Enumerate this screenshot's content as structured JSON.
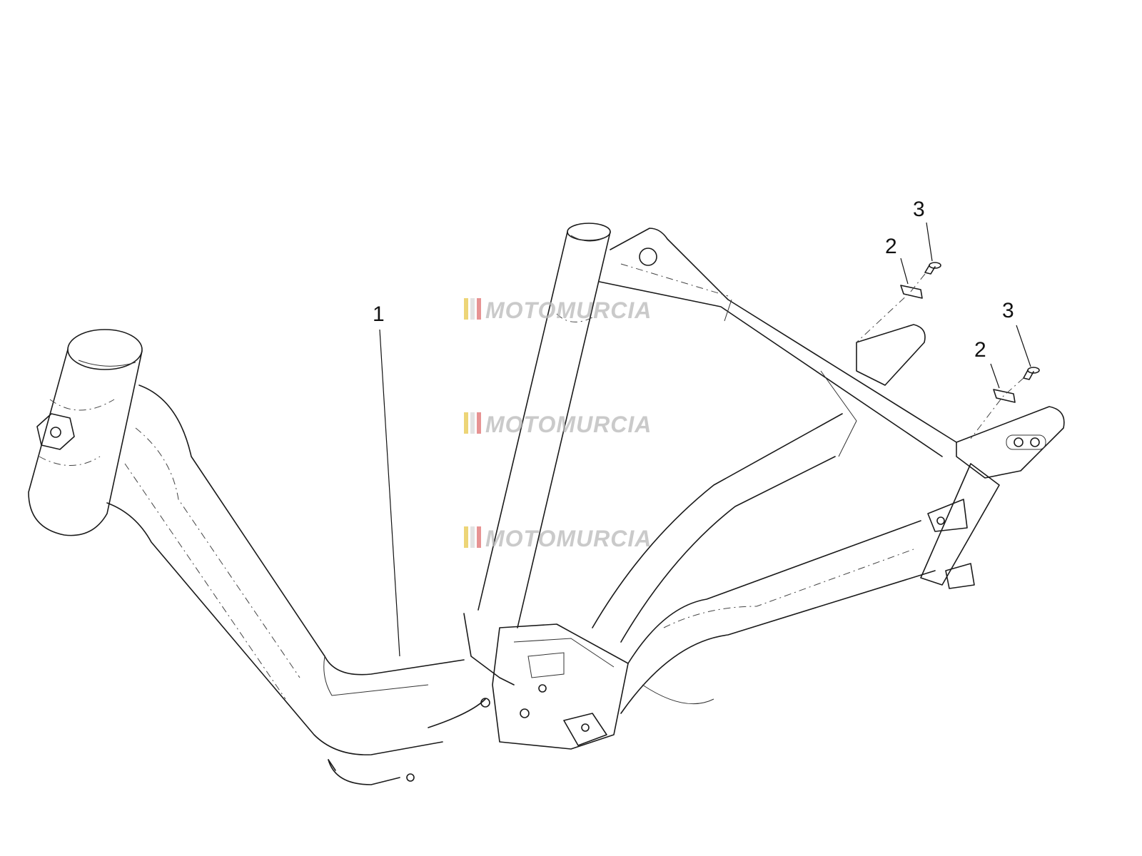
{
  "watermark": {
    "text": "MOTOMURCIA",
    "colors": {
      "text": "#b9b9b9",
      "stripe_1": "#e8c84a",
      "stripe_2": "#d9d9d9",
      "stripe_3": "#e07070"
    }
  },
  "callouts": {
    "part_1": "1",
    "part_2a": "2",
    "part_3a": "3",
    "part_2b": "2",
    "part_3b": "3"
  },
  "colors": {
    "line": "#1a1a1a",
    "background": "#ffffff"
  }
}
